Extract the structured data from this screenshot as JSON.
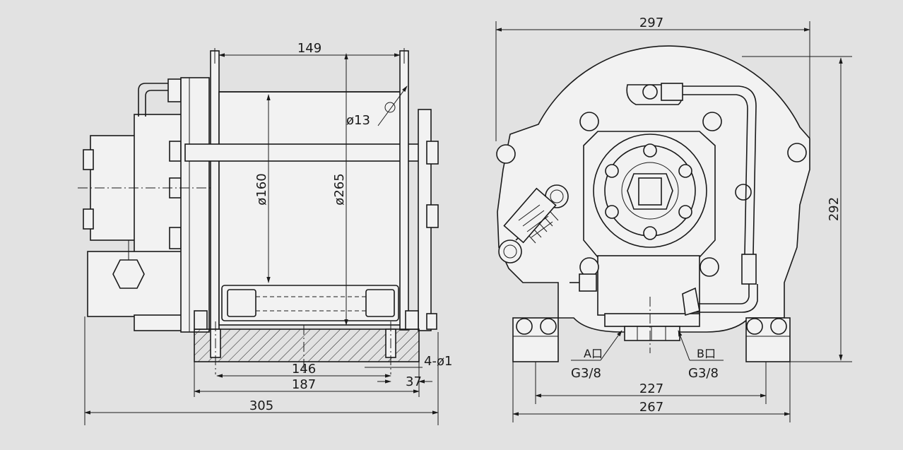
{
  "dimensions": {
    "d149": "149",
    "d13": "ø13",
    "d160": "ø160",
    "d265": "ø265",
    "d146": "146",
    "d187": "187",
    "d37": "37",
    "d305": "305",
    "d4phi1": "4-ø1",
    "d297": "297",
    "d292": "292",
    "d227": "227",
    "d267": "267"
  },
  "ports": {
    "a_label": "A口",
    "a_thread": "G3/8",
    "b_label": "B口",
    "b_thread": "G3/8"
  },
  "colors": {
    "background": "#e2e2e2",
    "line": "#1a1a1a",
    "part_fill": "#f2f2f2"
  }
}
